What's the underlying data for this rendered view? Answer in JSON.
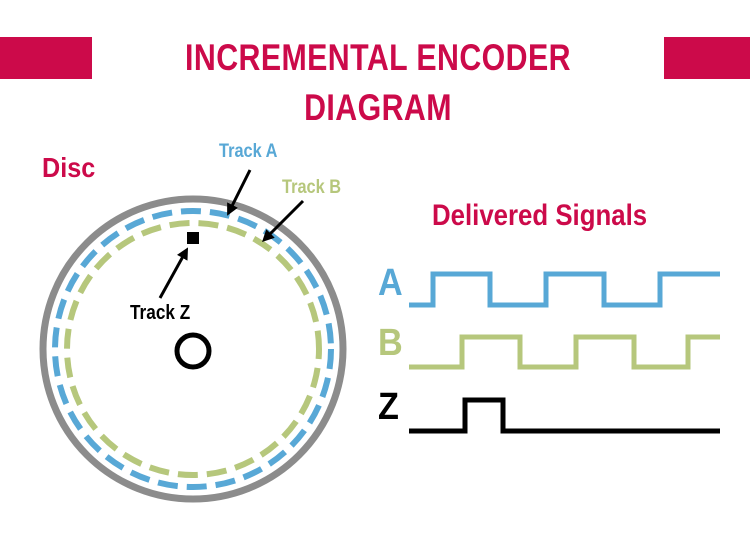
{
  "title": "INCREMENTAL ENCODER DIAGRAM",
  "disc_label": "Disc",
  "signals_label": "Delivered Signals",
  "tracks": {
    "a": "Track A",
    "b": "Track B",
    "z": "Track Z"
  },
  "signals": [
    {
      "name": "A",
      "color": "#58a8d6"
    },
    {
      "name": "B",
      "color": "#b6c77c"
    },
    {
      "name": "Z",
      "color": "#000000"
    }
  ],
  "colors": {
    "brand": "#cc0a4a",
    "disc_rim": "#8c8c8c",
    "track_a": "#58a8d6",
    "track_b": "#b6c77c",
    "track_z": "#000000"
  }
}
